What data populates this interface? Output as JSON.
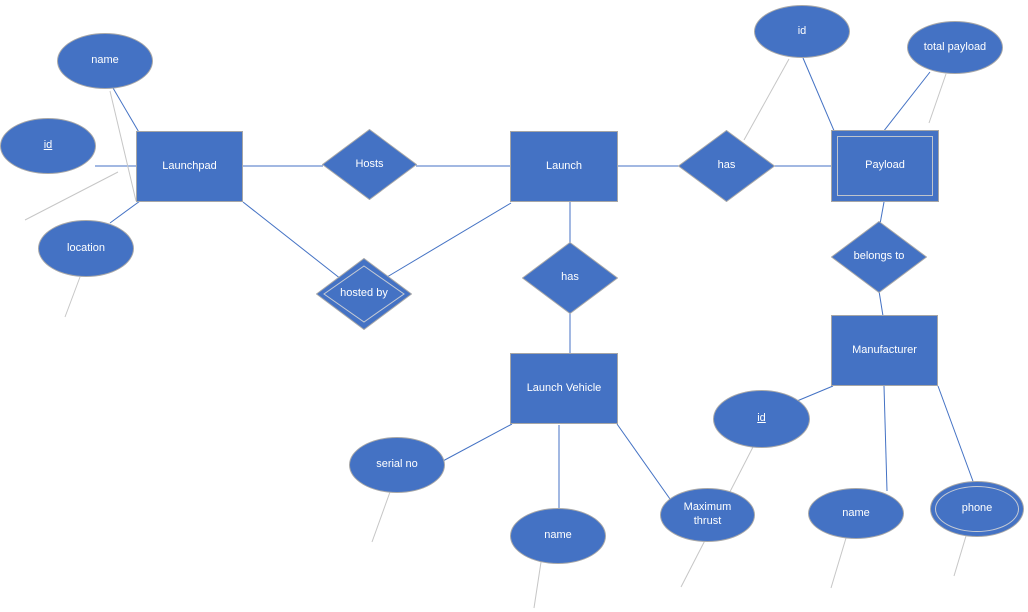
{
  "colors": {
    "shape_fill": "#4472c4",
    "shape_border": "#a6a6a6",
    "connector": "#4472c4",
    "leader_line": "#c6c6c6",
    "label_text": "#ffffff"
  },
  "entities": {
    "launchpad": {
      "label": "Launchpad",
      "weak": false
    },
    "launch": {
      "label": "Launch",
      "weak": false
    },
    "payload": {
      "label": "Payload",
      "weak": true
    },
    "launch_vehicle": {
      "label": "Launch Vehicle",
      "weak": false
    },
    "manufacturer": {
      "label": "Manufacturer",
      "weak": false
    }
  },
  "relationships": {
    "hosts": {
      "label": "Hosts",
      "identifying": false
    },
    "has_launch_payload": {
      "label": "has",
      "identifying": false
    },
    "hosted_by": {
      "label": "hosted by",
      "identifying": true
    },
    "has_launch_vehicle": {
      "label": "has",
      "identifying": false
    },
    "belongs_to": {
      "label": "belongs to",
      "identifying": false
    }
  },
  "attributes": {
    "launchpad_name": {
      "label": "name",
      "key": false,
      "multivalued": false
    },
    "launchpad_id": {
      "label": "id",
      "key": true,
      "multivalued": false
    },
    "launchpad_location": {
      "label": "location",
      "key": false,
      "multivalued": false
    },
    "payload_id": {
      "label": "id",
      "key": false,
      "multivalued": false
    },
    "payload_total_payload": {
      "label": "total payload",
      "key": false,
      "multivalued": false
    },
    "lv_serial_no": {
      "label": "serial no",
      "key": false,
      "multivalued": false
    },
    "lv_name": {
      "label": "name",
      "key": false,
      "multivalued": false
    },
    "lv_maximum_thrust": {
      "label": "Maximum thrust",
      "key": false,
      "multivalued": false
    },
    "manufacturer_id": {
      "label": "id",
      "key": true,
      "multivalued": false
    },
    "manufacturer_name": {
      "label": "name",
      "key": false,
      "multivalued": false
    },
    "manufacturer_phone": {
      "label": "phone",
      "key": false,
      "multivalued": true
    }
  }
}
